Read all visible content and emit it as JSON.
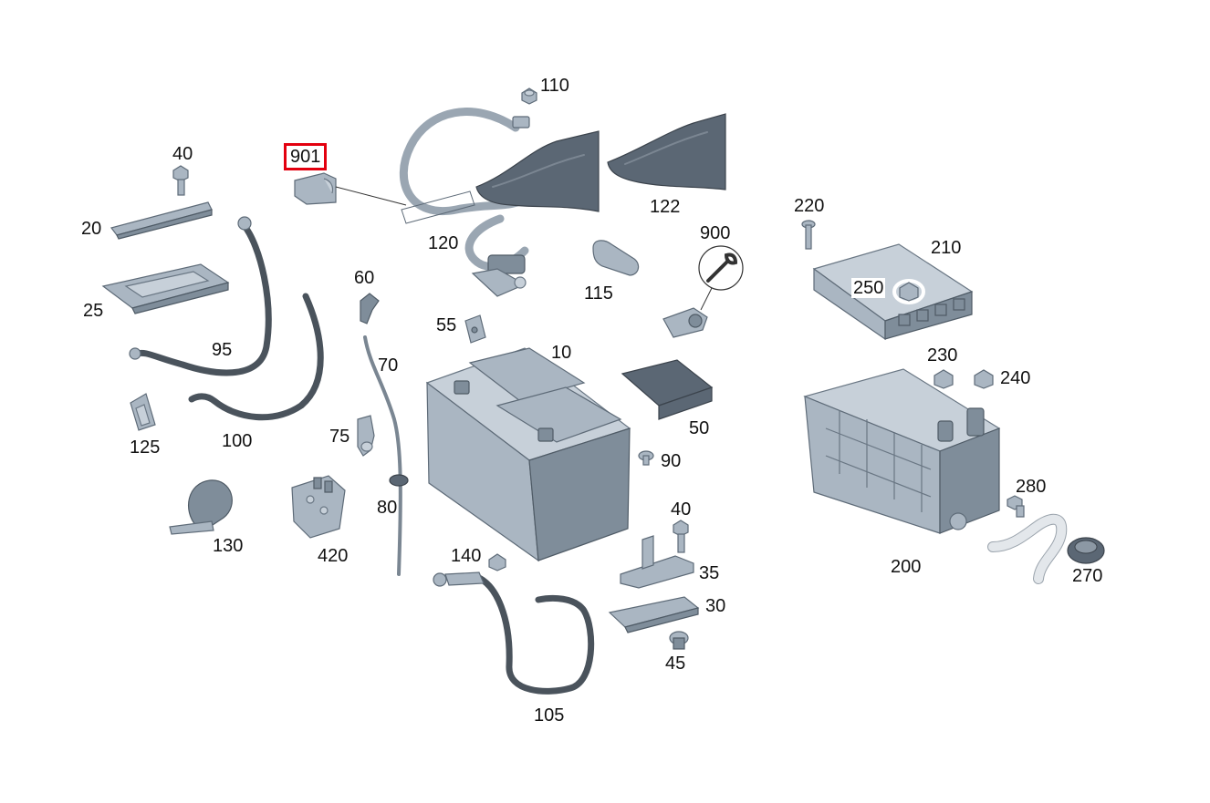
{
  "labels": {
    "p10": "10",
    "p20": "20",
    "p25": "25",
    "p30": "30",
    "p35": "35",
    "p40a": "40",
    "p40b": "40",
    "p45": "45",
    "p50": "50",
    "p55": "55",
    "p60": "60",
    "p70": "70",
    "p75": "75",
    "p80": "80",
    "p90": "90",
    "p95": "95",
    "p100": "100",
    "p105": "105",
    "p110": "110",
    "p115": "115",
    "p120": "120",
    "p122": "122",
    "p125": "125",
    "p130": "130",
    "p140": "140",
    "p200": "200",
    "p210": "210",
    "p220": "220",
    "p230": "230",
    "p240": "240",
    "p250": "250",
    "p270": "270",
    "p280": "280",
    "p420": "420",
    "p900": "900",
    "p901": "901"
  },
  "highlight": {
    "part": "901",
    "color": "#e3000f"
  },
  "icons": {
    "p900": "wrench-icon"
  }
}
